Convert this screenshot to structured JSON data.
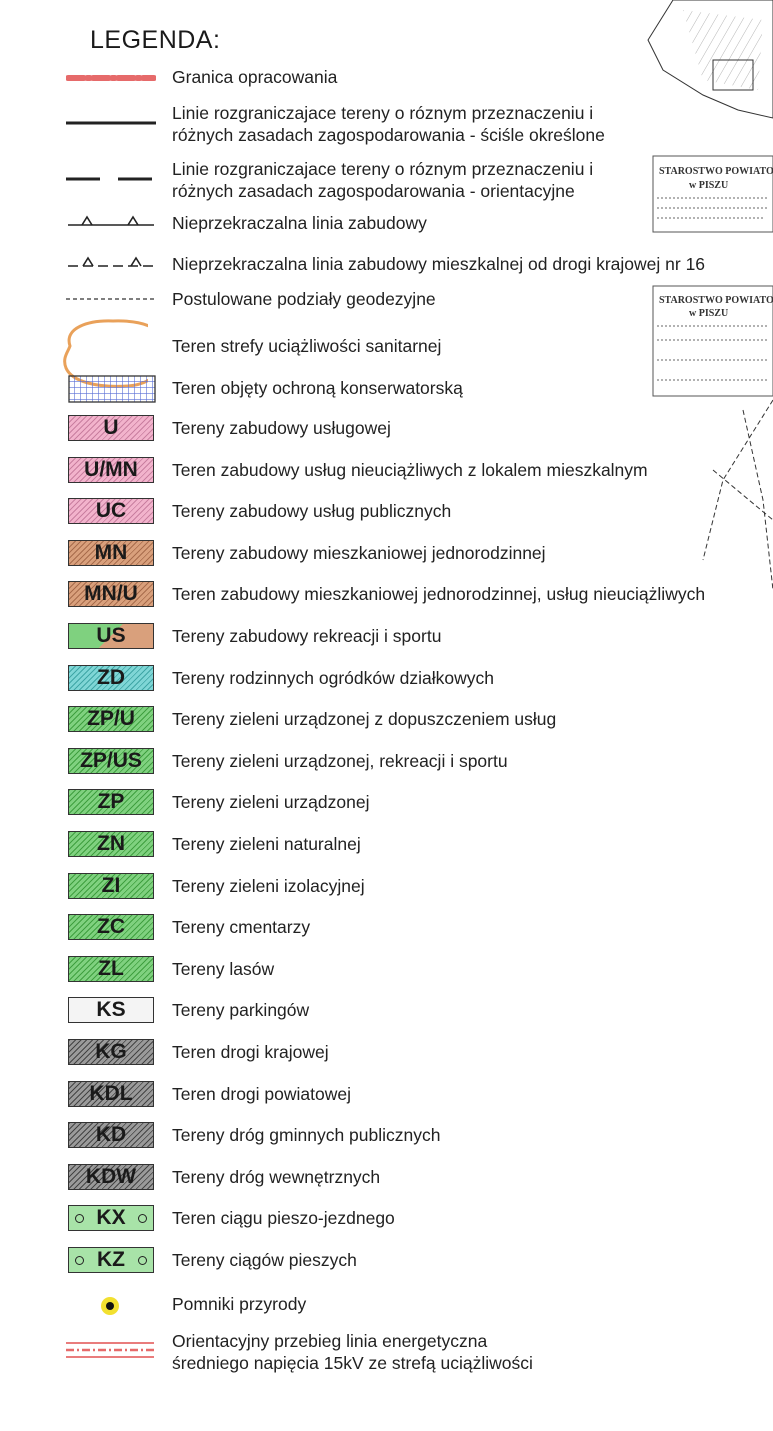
{
  "title": "LEGENDA:",
  "colors": {
    "pink": "#f2b3cc",
    "tan": "#d9a07c",
    "green": "#7fd17f",
    "cyan": "#7fd6d6",
    "grey": "#9a9a9a",
    "boundary_red": "#e66a6a",
    "sanitary_orange": "#e9a15a",
    "conservation_blue": "#5a6fd6"
  },
  "items": [
    {
      "code": "",
      "label": "Granica opracowania"
    },
    {
      "code": "",
      "label": "Linie rozgraniczajace tereny o róznym przeznaczeniu i",
      "label2": "różnych zasadach zagospodarowania - ściśle określone"
    },
    {
      "code": "",
      "label": "Linie rozgraniczajace tereny o róznym przeznaczeniu i",
      "label2": "różnych zasadach zagospodarowania - orientacyjne"
    },
    {
      "code": "",
      "label": "Nieprzekraczalna linia zabudowy"
    },
    {
      "code": "",
      "label": "Nieprzekraczalna linia zabudowy mieszkalnej od drogi krajowej nr 16"
    },
    {
      "code": "",
      "label": "Postulowane podziały geodezyjne"
    },
    {
      "code": "",
      "label": "Teren strefy uciążliwości sanitarnej"
    },
    {
      "code": "",
      "label": "Teren objęty ochroną konserwatorską"
    },
    {
      "code": "U",
      "label": "Tereny zabudowy usługowej"
    },
    {
      "code": "U/MN",
      "label": "Teren zabudowy usług nieuciążliwych z lokalem mieszkalnym"
    },
    {
      "code": "UC",
      "label": "Tereny zabudowy usług publicznych"
    },
    {
      "code": "MN",
      "label": "Tereny zabudowy mieszkaniowej jednorodzinnej"
    },
    {
      "code": "MN/U",
      "label": "Teren zabudowy mieszkaniowej jednorodzinnej, usług nieuciążliwych"
    },
    {
      "code": "US",
      "label": "Tereny zabudowy rekreacji i sportu"
    },
    {
      "code": "ZD",
      "label": "Tereny rodzinnych ogródków działkowych"
    },
    {
      "code": "ZP/U",
      "label": "Tereny zieleni urządzonej z dopuszczeniem usług"
    },
    {
      "code": "ZP/US",
      "label": "Tereny zieleni urządzonej, rekreacji i sportu"
    },
    {
      "code": "ZP",
      "label": "Tereny zieleni urządzonej"
    },
    {
      "code": "ZN",
      "label": "Tereny zieleni naturalnej"
    },
    {
      "code": "ZI",
      "label": "Tereny zieleni izolacyjnej"
    },
    {
      "code": "ZC",
      "label": "Tereny cmentarzy"
    },
    {
      "code": "ZL",
      "label": "Tereny lasów"
    },
    {
      "code": "KS",
      "label": "Tereny parkingów"
    },
    {
      "code": "KG",
      "label": "Teren drogi krajowej"
    },
    {
      "code": "KDL",
      "label": "Teren drogi powiatowej"
    },
    {
      "code": "KD",
      "label": "Tereny dróg gminnych publicznych"
    },
    {
      "code": "KDW",
      "label": "Tereny dróg wewnętrznych"
    },
    {
      "code": "KX",
      "label": "Teren ciągu pieszo-jezdnego"
    },
    {
      "code": "KZ",
      "label": "Tereny ciągów pieszych"
    },
    {
      "code": "",
      "label": "Pomniki przyrody"
    },
    {
      "code": "",
      "label": "Orientacyjny przebieg linia energetyczna",
      "label2": "średniego napięcia 15kV ze strefą uciążliwości"
    }
  ],
  "stamp": {
    "line1": "STAROSTWO POWIATOWE",
    "line2": "w PISZU"
  }
}
